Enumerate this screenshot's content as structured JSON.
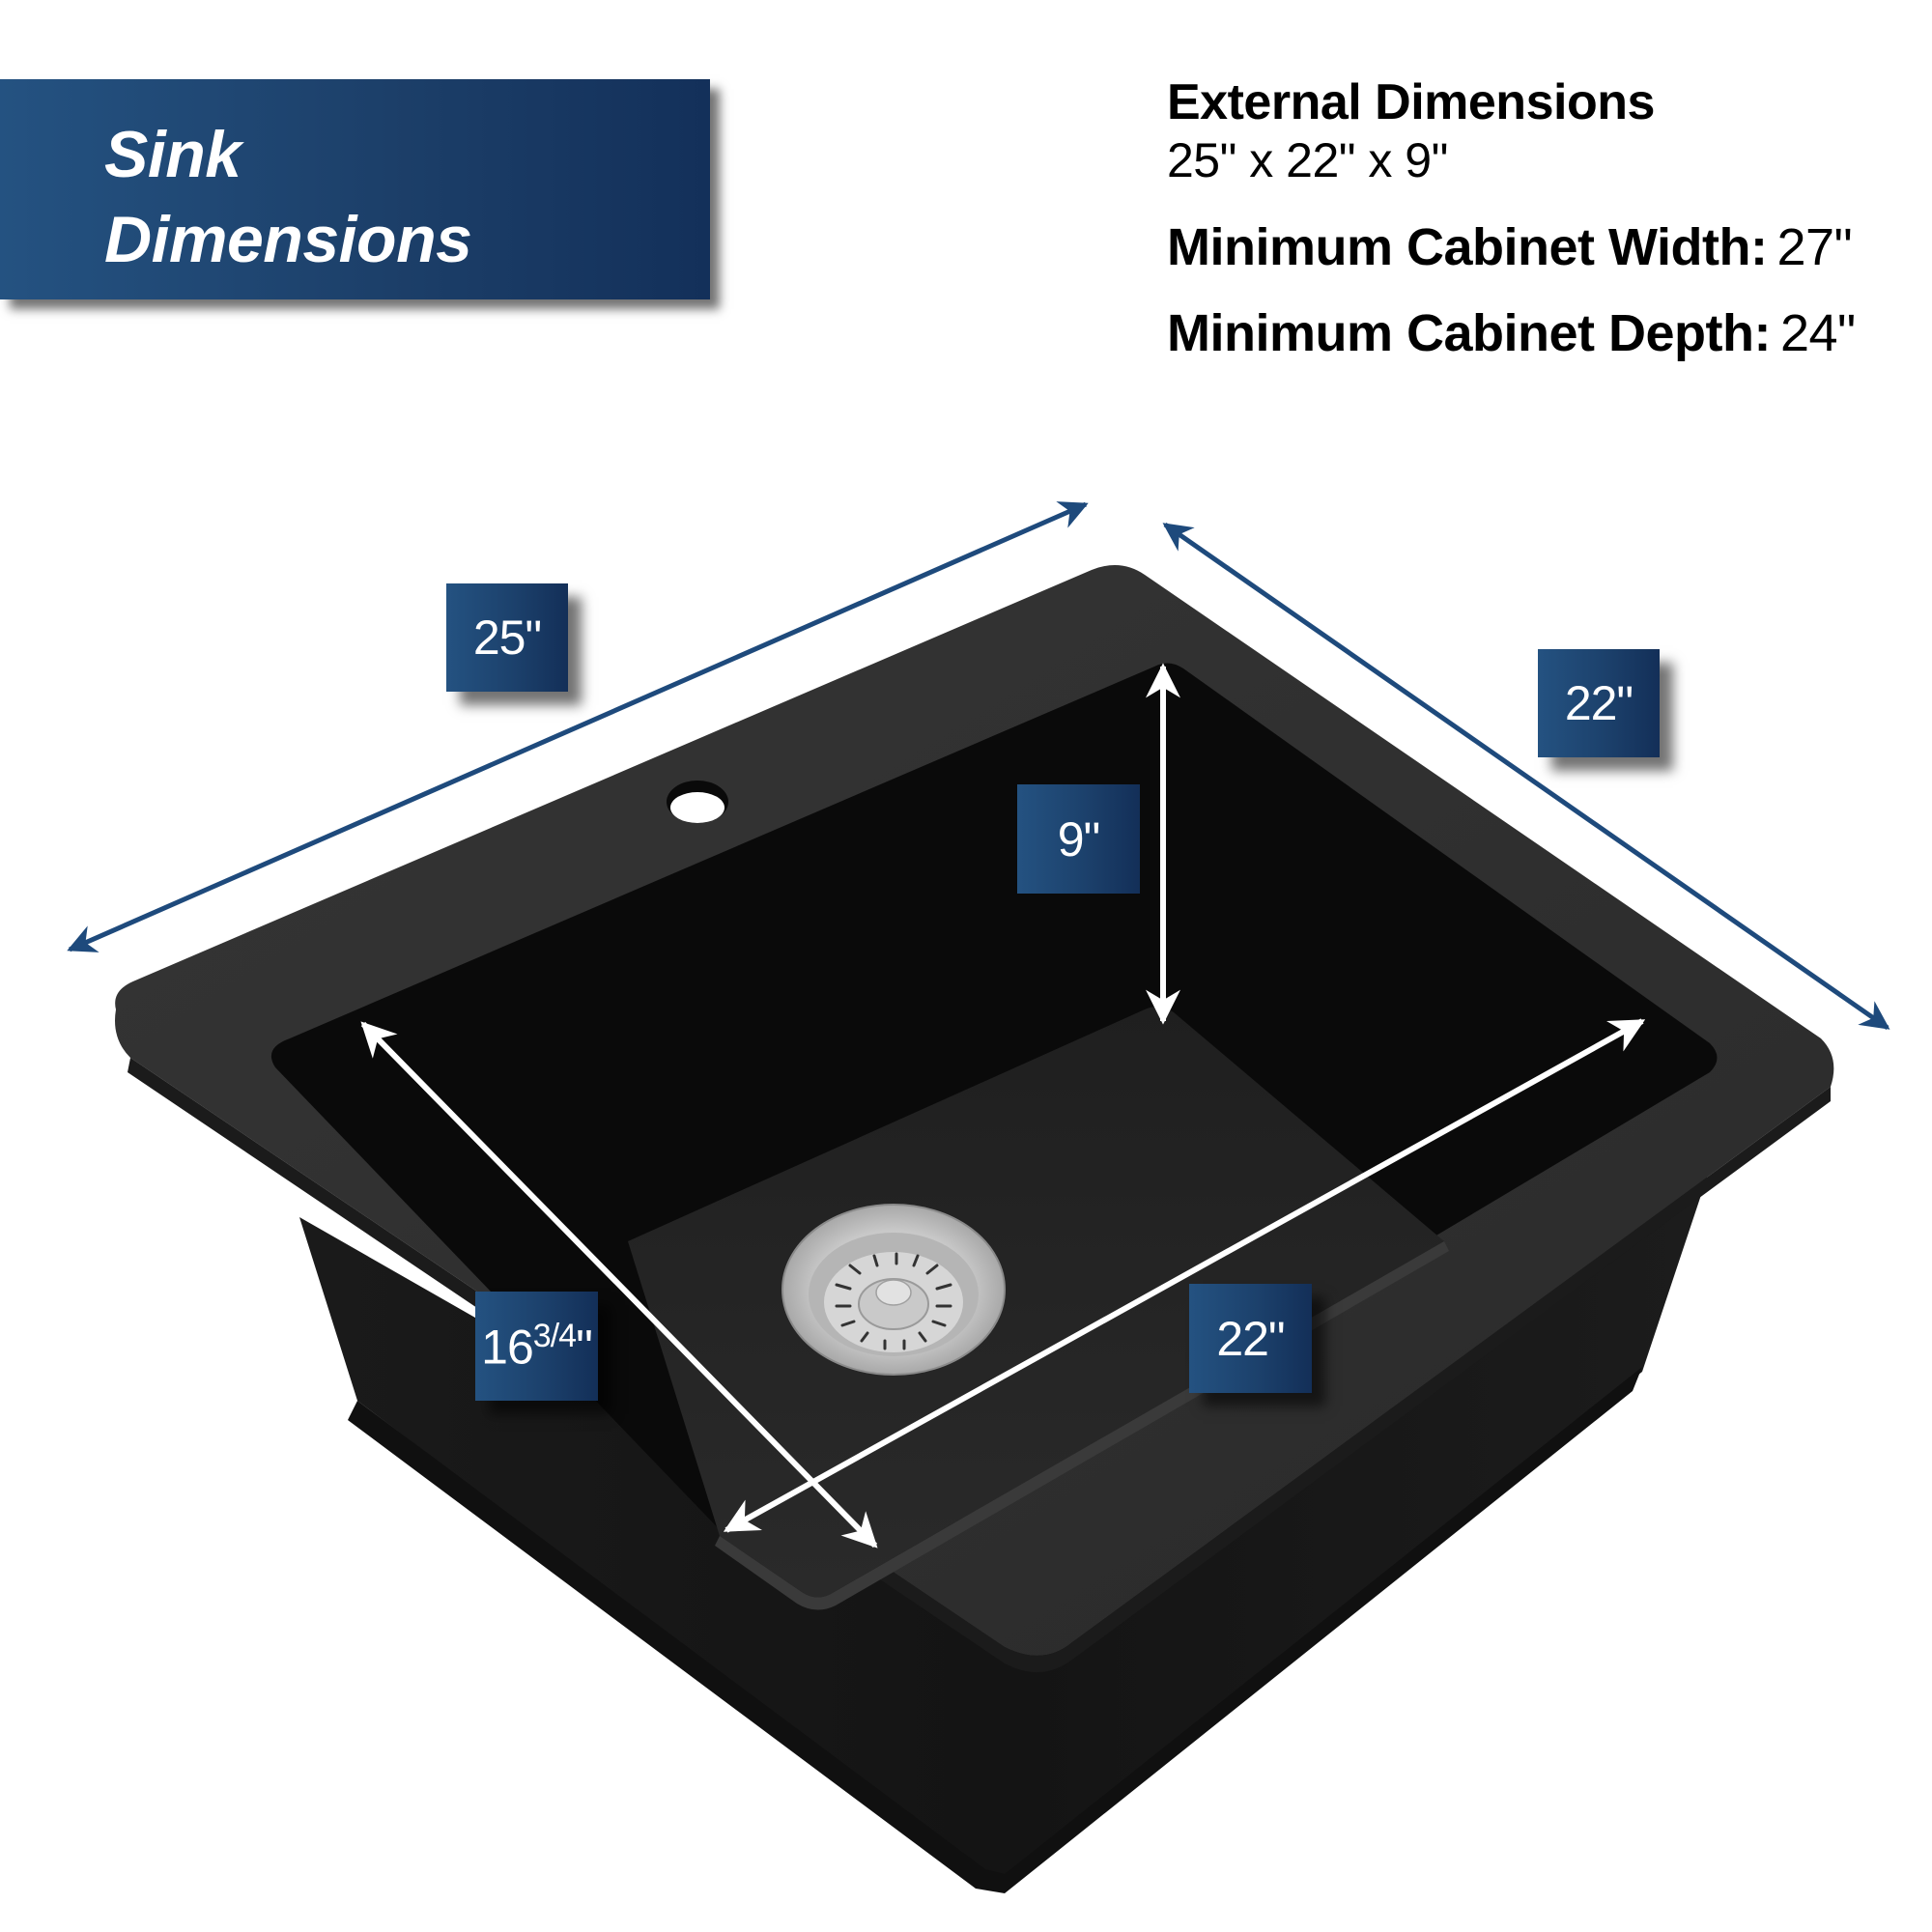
{
  "title": {
    "line1": "Sink",
    "line2": "Dimensions"
  },
  "specs": {
    "heading": "External Dimensions",
    "external_value": "25\" x 22\" x 9\"",
    "rows": [
      {
        "label": "Minimum Cabinet Width:",
        "value": "27\""
      },
      {
        "label": "Minimum Cabinet Depth:",
        "value": "24\""
      }
    ]
  },
  "dimension_labels": {
    "overall_width": "25\"",
    "overall_depth": "22\"",
    "bowl_depth": "9\"",
    "bowl_front_to_back": "16",
    "bowl_front_to_back_fraction": "3/4",
    "bowl_front_to_back_unit": "\"",
    "bowl_width": "22\""
  },
  "colors": {
    "label_blue": "#1c416c",
    "outer_arrow_blue": "#1e4a7c",
    "inner_arrow_white": "#ffffff",
    "sink_black": "#2c2c2c",
    "bowl_black": "#0a0a0a"
  },
  "diagram_objects": {
    "sink_type": "single-bowl drop-in sink",
    "faucet_hole_icon": "faucet-hole",
    "drain_icon": "strainer-drain"
  }
}
